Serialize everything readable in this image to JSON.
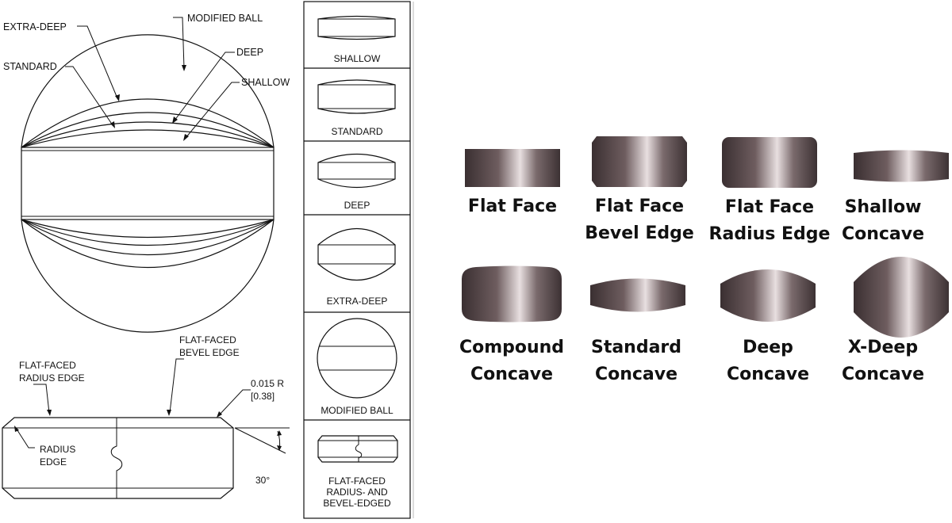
{
  "profile_drawing": {
    "labels": {
      "modified_ball": "MODIFIED BALL",
      "extra_deep": "EXTRA-DEEP",
      "deep": "DEEP",
      "standard": "STANDARD",
      "shallow": "SHALLOW"
    }
  },
  "edge_drawing": {
    "labels": {
      "flat_faced_bevel_line1": "FLAT-FACED",
      "flat_faced_bevel_line2": "BEVEL EDGE",
      "flat_faced_radius_line1": "FLAT-FACED",
      "flat_faced_radius_line2": "RADIUS EDGE",
      "radius_value": "0.015 R",
      "radius_metric": "[0.38]",
      "radius_edge_line1": "RADIUS",
      "radius_edge_line2": "EDGE",
      "angle": "30°"
    }
  },
  "cup_column": {
    "items": [
      {
        "label": "SHALLOW"
      },
      {
        "label": "STANDARD"
      },
      {
        "label": "DEEP"
      },
      {
        "label": "EXTRA-DEEP"
      },
      {
        "label": "MODIFIED BALL"
      },
      {
        "label_lines": [
          "FLAT-FACED",
          "RADIUS- AND",
          "BEVEL-EDGED"
        ]
      }
    ]
  },
  "tablets": {
    "shape_color": "#6f5f5f",
    "items": [
      {
        "caption_lines": [
          "Flat Face"
        ]
      },
      {
        "caption_lines": [
          "Flat Face",
          "Bevel Edge"
        ]
      },
      {
        "caption_lines": [
          "Flat Face",
          "Radius Edge"
        ]
      },
      {
        "caption_lines": [
          "Shallow",
          "Concave"
        ]
      },
      {
        "caption_lines": [
          "Compound",
          "Concave"
        ]
      },
      {
        "caption_lines": [
          "Standard",
          "Concave"
        ]
      },
      {
        "caption_lines": [
          "Deep",
          "Concave"
        ]
      },
      {
        "caption_lines": [
          "X-Deep",
          "Concave"
        ]
      }
    ]
  }
}
